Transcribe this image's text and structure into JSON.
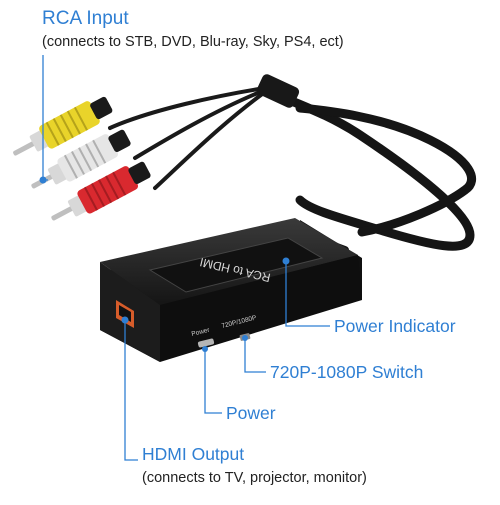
{
  "callouts": {
    "rca_input": {
      "title": "RCA Input",
      "subtitle": "(connects to STB, DVD, Blu-ray, Sky, PS4, ect)"
    },
    "power_indicator": {
      "title": "Power Indicator"
    },
    "switch": {
      "title": "720P-1080P Switch"
    },
    "power": {
      "title": "Power"
    },
    "hdmi_output": {
      "title": "HDMI Output",
      "subtitle": "(connects to TV, projector, monitor)"
    }
  },
  "device": {
    "top_label": "RCA to HDMI",
    "power_label": "Power",
    "switch_label": "720P/1080P"
  },
  "colors": {
    "accent": "#2f7fd3",
    "device_body": "#1d1d1d",
    "plug_yellow": "#e9d42a",
    "plug_white": "#e6e6e6",
    "plug_red": "#d9292f"
  }
}
